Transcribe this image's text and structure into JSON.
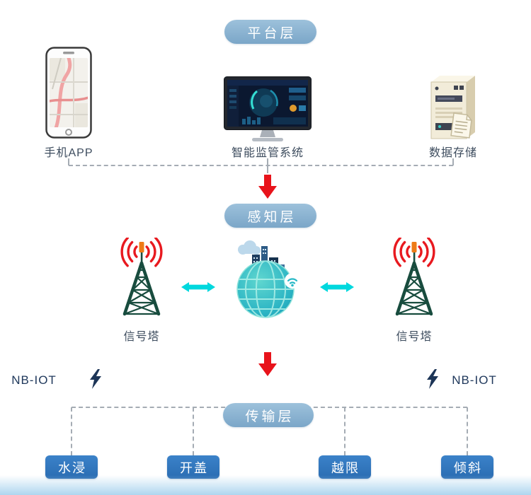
{
  "layers": {
    "platform": "平台层",
    "perception": "感知层",
    "transmission": "传输层"
  },
  "platform_nodes": {
    "phone": "手机APP",
    "monitor": "智能监管系统",
    "server": "数据存储"
  },
  "perception_nodes": {
    "tower_left": "信号塔",
    "tower_right": "信号塔"
  },
  "nb_iot": {
    "left": "NB-IOT",
    "right": "NB-IOT"
  },
  "sensors": [
    {
      "label": "水浸"
    },
    {
      "label": "开盖"
    },
    {
      "label": "越限"
    },
    {
      "label": "倾斜"
    }
  ],
  "icons": {
    "phone": "smartphone-map-icon",
    "monitor": "dashboard-monitor-icon",
    "server": "server-tower-icon",
    "tower": "signal-tower-icon",
    "globe": "iot-globe-icon",
    "bolt": "lightning-icon",
    "down_arrow": "red-down-arrow",
    "link_arrow": "cyan-double-arrow"
  },
  "colors": {
    "pill": "#7ba6c8",
    "sensor_box": "#2f76bd",
    "arrow_red": "#e8131b",
    "cyan_arrow": "#00d8de",
    "tower_green": "#184c3e",
    "antenna_orange": "#ee7b17",
    "label_text": "#3d4c5e",
    "nbiot_text": "#20395c",
    "dash": "#a5acb4"
  }
}
